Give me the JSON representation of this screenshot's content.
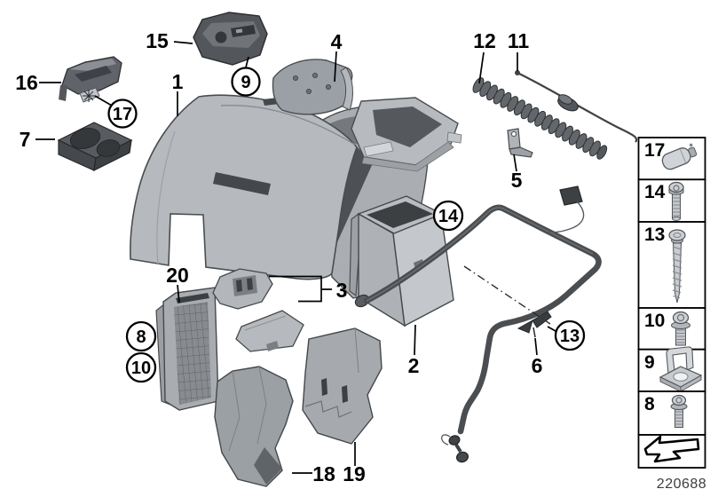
{
  "figure": {
    "doc_number": "220688"
  },
  "callouts": {
    "c1": "1",
    "c2": "2",
    "c3": "3",
    "c4": "4",
    "c5": "5",
    "c6": "6",
    "c7": "7",
    "c11": "11",
    "c12": "12",
    "c15": "15",
    "c16": "16",
    "c18": "18",
    "c19": "19",
    "c20": "20",
    "b8": "8",
    "b9": "9",
    "b10": "10",
    "b13": "13",
    "b14": "14",
    "b17": "17"
  },
  "legend": {
    "items": [
      {
        "label": "17",
        "icon": "bulb-icon"
      },
      {
        "label": "14",
        "icon": "machine-screw-icon"
      },
      {
        "label": "13",
        "icon": "tapping-screw-icon"
      },
      {
        "label": "10",
        "icon": "flanged-torx-bolt-icon"
      },
      {
        "label": "9",
        "icon": "cage-nut-icon"
      },
      {
        "label": "8",
        "icon": "flanged-torx-bolt-icon"
      },
      {
        "label": "",
        "icon": "direction-arrow-icon"
      }
    ]
  },
  "colors": {
    "part_light": "#b6babe",
    "part_mid": "#9da1a5",
    "part_dark": "#4d5054",
    "outline": "#46494c",
    "label": "#000000"
  }
}
